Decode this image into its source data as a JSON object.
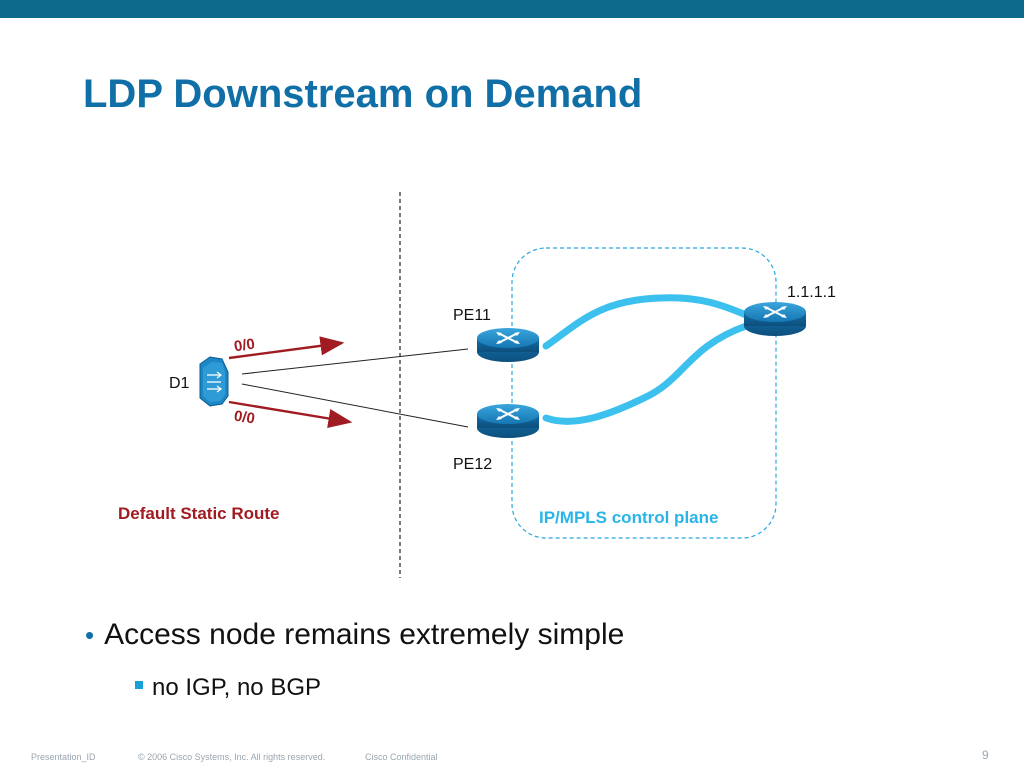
{
  "slide": {
    "title": "LDP Downstream on Demand",
    "page_number": "9"
  },
  "diagram": {
    "nodes": {
      "d1": "D1",
      "pe11": "PE11",
      "pe12": "PE12",
      "core": "1.1.1.1"
    },
    "route_labels": [
      "0/0",
      "0/0"
    ],
    "default_route_caption": "Default Static Route",
    "control_plane_caption": "IP/MPLS control plane"
  },
  "bullets": {
    "level1": "Access node remains extremely simple",
    "level2": "no IGP, no BGP"
  },
  "footer": {
    "presentation_id": "Presentation_ID",
    "copyright": "© 2006 Cisco Systems, Inc. All rights reserved.",
    "confidential": "Cisco Confidential"
  },
  "colors": {
    "title": "#0f6fa6",
    "top_bar": "#0e6a8c",
    "route_arrow": "#a01c22",
    "control_plane": "#29b5e8",
    "router": "#1a84bf"
  }
}
